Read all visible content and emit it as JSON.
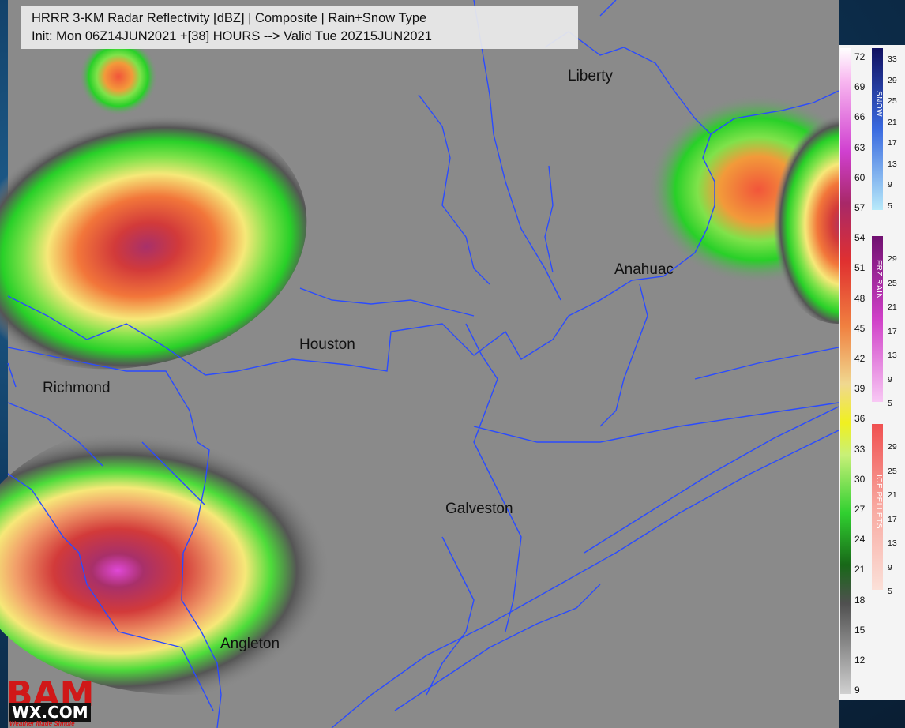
{
  "header": {
    "title_line1": "HRRR 3-KM Radar Reflectivity [dBZ] | Composite | Rain+Snow Type",
    "title_line2": "Init: Mon 06Z14JUN2021 +[38] HOURS --> Valid Tue 20Z15JUN2021"
  },
  "cities": [
    {
      "name": "Liberty"
    },
    {
      "name": "Anahuac"
    },
    {
      "name": "Houston"
    },
    {
      "name": "Richmond"
    },
    {
      "name": "Galveston"
    },
    {
      "name": "Angleton"
    }
  ],
  "legend": {
    "dbz_ticks": [
      "72",
      "69",
      "66",
      "63",
      "60",
      "57",
      "54",
      "51",
      "48",
      "45",
      "42",
      "39",
      "36",
      "33",
      "30",
      "27",
      "24",
      "21",
      "18",
      "15",
      "12",
      "9"
    ],
    "snow": {
      "title": "SNOW",
      "ticks": [
        "33",
        "29",
        "25",
        "21",
        "17",
        "13",
        "9",
        "5"
      ]
    },
    "frz_rain": {
      "title": "FRZ RAIN",
      "ticks": [
        "29",
        "25",
        "21",
        "17",
        "13",
        "9",
        "5"
      ]
    },
    "ice_pellets": {
      "title": "ICE PELLETS",
      "ticks": [
        "29",
        "25",
        "21",
        "17",
        "13",
        "9",
        "5"
      ]
    }
  },
  "logo": {
    "top": "BAM",
    "bottom": "WX.COM",
    "tagline": "Weather Made Simple"
  },
  "colors": {
    "map_bg": "#8a8a8a",
    "border": "#2a4bff",
    "panel": "#ebebeb"
  }
}
